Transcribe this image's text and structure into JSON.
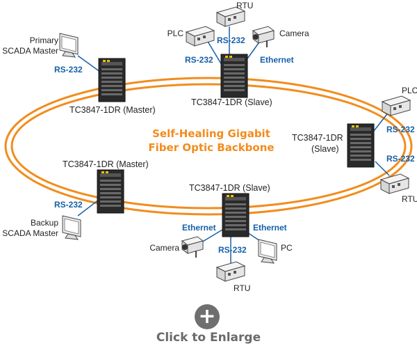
{
  "diagram": {
    "title_line1": "Self-Healing Gigabit",
    "title_line2": "Fiber Optic Backbone",
    "switches": {
      "top_left": "TC3847-1DR (Master)",
      "top_center": "TC3847-1DR (Slave)",
      "right_line1": "TC3847-1DR",
      "right_line2": "(Slave)",
      "bottom_left": "TC3847-1DR (Master)",
      "bottom_center": "TC3847-1DR (Slave)"
    },
    "devices": {
      "primary_line1": "Primary",
      "primary_line2": "SCADA Master",
      "backup_line1": "Backup",
      "backup_line2": "SCADA Master",
      "rtu_top": "RTU",
      "plc_top": "PLC",
      "camera_top": "Camera",
      "plc_right": "PLC",
      "rtu_right": "RTU",
      "camera_bottom": "Camera",
      "pc_bottom": "PC",
      "rtu_bottom": "RTU"
    },
    "links": {
      "rs232_primary": "RS-232",
      "rs232_rtu_top": "RS-232",
      "rs232_plc_top": "RS-232",
      "ethernet_camera_top": "Ethernet",
      "rs232_plc_right": "RS-232",
      "rs232_rtu_right": "RS-232",
      "rs232_backup": "RS-232",
      "ethernet_camera_bottom": "Ethernet",
      "ethernet_pc_bottom": "Ethernet",
      "rs232_rtu_bottom": "RS-232"
    }
  },
  "footer": {
    "plus_symbol": "+",
    "enlarge_label": "Click to Enlarge"
  },
  "colors": {
    "ring": "#f28c1d",
    "link": "#1560a8",
    "switch": "#2a2a2a",
    "device": "#ececec"
  }
}
